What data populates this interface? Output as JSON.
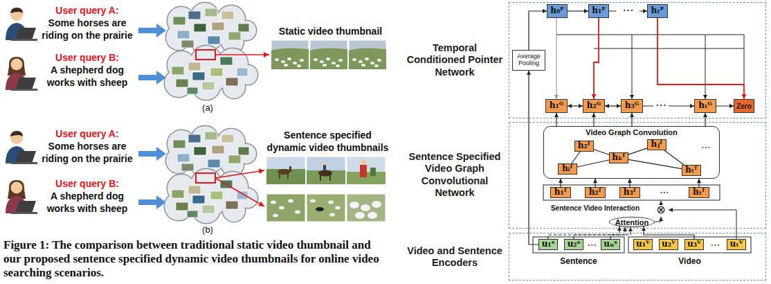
{
  "diagram": {
    "caption": "Figure 1: The comparison between traditional static video thumbnail and our proposed sentence specified dynamic video thumbnails for online video searching scenarios.",
    "nodes": [
      {
        "text": [
          "Temporal Conditioned Pointer Network"
        ]
      },
      {
        "text": [
          "Average Pooling"
        ],
        "in": 0
      },
      {
        "text": [
          "h₀ᴾ"
        ],
        "in": 0
      },
      {
        "text": [
          "h₁ᴾ"
        ],
        "in": 0
      },
      {
        "text": [
          "hₜᴾ"
        ],
        "in": 0
      },
      {
        "text": [
          "h₁ᴳ"
        ],
        "in": 0
      },
      {
        "text": [
          "h₂ᴳ"
        ],
        "in": 0
      },
      {
        "text": [
          "h₃ᴳ"
        ],
        "in": 0
      },
      {
        "text": [
          "hₜᴳ"
        ],
        "in": 0
      },
      {
        "text": [
          "Zero"
        ],
        "in": 0
      },
      {
        "text": [
          "Sentence Specified Video Graph Convolutional Network"
        ]
      },
      {
        "text": [
          "Video Graph Convolution"
        ],
        "in": 10
      },
      {
        "text": [
          "h₂ᶠ"
        ],
        "in": 11
      },
      {
        "text": [
          "hⱼᶠ"
        ],
        "in": 11
      },
      {
        "text": [
          "hᵢᶠ"
        ],
        "in": 11
      },
      {
        "text": [
          "hₖᶠ"
        ],
        "in": 11
      },
      {
        "text": [
          "hₜᶠ"
        ],
        "in": 11
      },
      {
        "text": [
          "h₁ᶠ"
        ],
        "in": 10
      },
      {
        "text": [
          "h₂ᶠ"
        ],
        "in": 10
      },
      {
        "text": [
          "h₃ᶠ"
        ],
        "in": 10
      },
      {
        "text": [
          "hₜᶠ"
        ],
        "in": 10
      },
      {
        "text": [
          "Attention"
        ],
        "in": 10
      },
      {
        "text": [
          "Video and Sentence Encoders"
        ]
      },
      {
        "text": [
          "u₁ˢ"
        ],
        "in": 22
      },
      {
        "text": [
          "u₂ˢ"
        ],
        "in": 22
      },
      {
        "text": [
          "uₙˢ"
        ],
        "in": 22
      },
      {
        "text": [
          "u₁ⱽ"
        ],
        "in": 22
      },
      {
        "text": [
          "u₂ⱽ"
        ],
        "in": 22
      },
      {
        "text": [
          "u₃ⱽ"
        ],
        "in": 22
      },
      {
        "text": [
          "uₜⱽ"
        ],
        "in": 22
      }
    ],
    "edges": [
      {
        "from": 1,
        "to": 2,
        "arrow": "to"
      },
      {
        "from": 2,
        "to": 3,
        "arrow": "to"
      },
      {
        "from": 2,
        "to": 5,
        "arrow": "to"
      },
      {
        "from": 3,
        "to": 6,
        "arrow": "to"
      },
      {
        "from": 4,
        "to": 9,
        "arrow": "to"
      },
      {
        "from": 5,
        "to": 6,
        "arrow": "both"
      },
      {
        "from": 6,
        "to": 7,
        "arrow": "both"
      },
      {
        "from": 11,
        "to": 5,
        "arrow": "to"
      },
      {
        "from": 11,
        "to": 6,
        "arrow": "to"
      },
      {
        "from": 11,
        "to": 7,
        "arrow": "to"
      },
      {
        "from": 11,
        "to": 8,
        "arrow": "to"
      },
      {
        "from": 12,
        "to": 15,
        "arrow": "none"
      },
      {
        "from": 13,
        "to": 15,
        "arrow": "none"
      },
      {
        "from": 14,
        "to": 15,
        "arrow": "none"
      },
      {
        "from": 15,
        "to": 16,
        "arrow": "none"
      },
      {
        "from": 12,
        "to": 14,
        "arrow": "none"
      },
      {
        "from": 13,
        "to": 16,
        "arrow": "none"
      },
      {
        "from": 17,
        "to": 11,
        "arrow": "to"
      },
      {
        "from": 18,
        "to": 11,
        "arrow": "to"
      },
      {
        "from": 19,
        "to": 11,
        "arrow": "to"
      },
      {
        "from": 20,
        "to": 11,
        "arrow": "to"
      },
      {
        "from": 23,
        "to": 21,
        "arrow": "to"
      },
      {
        "from": 24,
        "to": 21,
        "arrow": "to"
      },
      {
        "from": 25,
        "to": 21,
        "arrow": "to"
      },
      {
        "from": 28,
        "to": 21,
        "arrow": "to"
      },
      {
        "from": 23,
        "to": 1,
        "arrow": "to"
      }
    ],
    "labels": [
      "User query A:",
      "Some horses are riding on the prairie",
      "User query B:",
      "A shepherd dog works with sheep",
      "Static video thumbnail",
      "(a)",
      "User query A:",
      "Some horses are riding on the prairie",
      "User query B:",
      "A shepherd dog works with sheep",
      "Sentence specified dynamic video thumbnails",
      "(b)",
      "⋯",
      "⋯",
      "⋯",
      "⋯",
      "Sentence Video Interaction",
      "⊗",
      "⋯",
      "⋯",
      "Sentence",
      "Video"
    ]
  }
}
